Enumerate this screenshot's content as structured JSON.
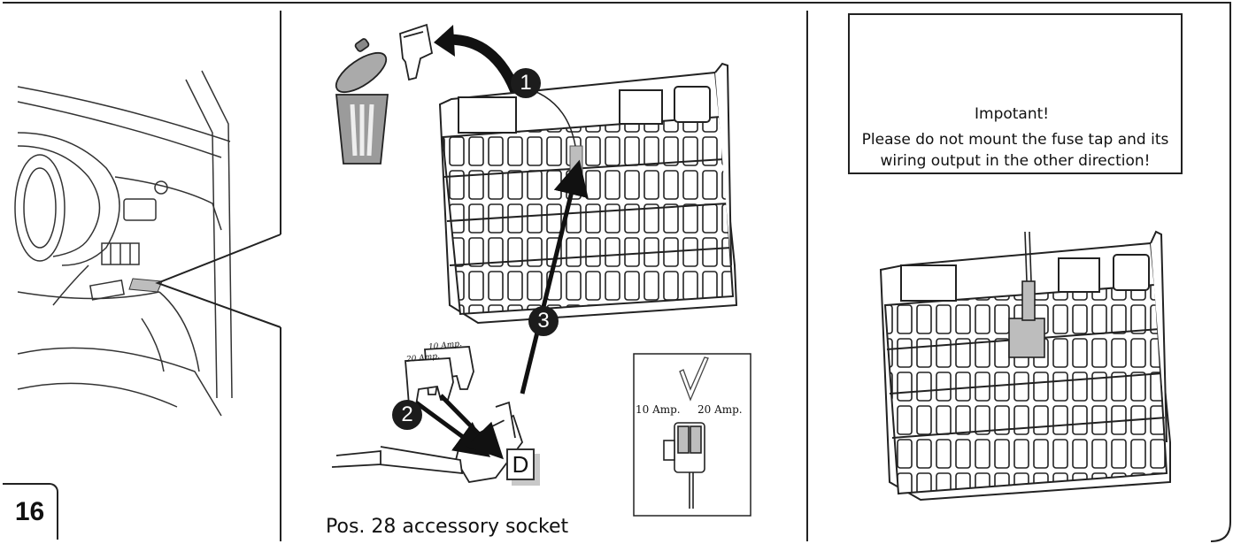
{
  "step_number": "16",
  "caption": "Pos. 28 accessory socket",
  "callouts": [
    "1",
    "2",
    "3"
  ],
  "connector_label": "D",
  "fuse_labels": {
    "large": "20 Amp.",
    "small": "10 Amp."
  },
  "inset": {
    "left_label": "10 Amp.",
    "right_label": "20 Amp."
  },
  "warning": {
    "title": "Impotant!",
    "body": "Please do not mount the fuse tap and its wiring output in the other direction!"
  },
  "colors": {
    "line": "#222222",
    "highlight": "#bdbdbd",
    "callout": "#1c1c1c"
  }
}
